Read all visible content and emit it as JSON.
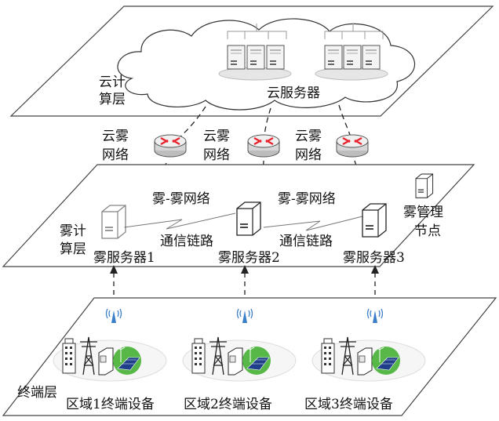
{
  "layers": {
    "cloud": {
      "label_line1": "云计",
      "label_line2": "算层",
      "server_label": "云服务器"
    },
    "network": {
      "links": [
        {
          "line1": "云雾",
          "line2": "网络"
        },
        {
          "line1": "云雾",
          "line2": "网络"
        },
        {
          "line1": "云雾",
          "line2": "网络"
        }
      ]
    },
    "fog": {
      "label_line1": "雾计",
      "label_line2": "算层",
      "fog_fog_network": [
        "雾-雾网络",
        "雾-雾网络"
      ],
      "comm_links": [
        "通信链路",
        "通信链路"
      ],
      "servers": [
        "雾服务器1",
        "雾服务器2",
        "雾服务器3"
      ],
      "manager_line1": "雾管理",
      "manager_line2": "节点"
    },
    "terminal": {
      "label": "终端层",
      "regions": [
        "区域1终端设备",
        "区域2终端设备",
        "区域3终端设备"
      ]
    }
  },
  "icons": [
    "cloud-icon",
    "server-rack-icon",
    "router-icon",
    "server-icon",
    "antenna-icon",
    "building-icon",
    "power-tower-icon",
    "smart-meter-icon",
    "solar-panel-icon"
  ],
  "colors": {
    "router_arrows": "#e8212b",
    "antenna": "#3a7ec8",
    "solar_green": "#57b847",
    "panel_blue": "#1f3f8a"
  }
}
